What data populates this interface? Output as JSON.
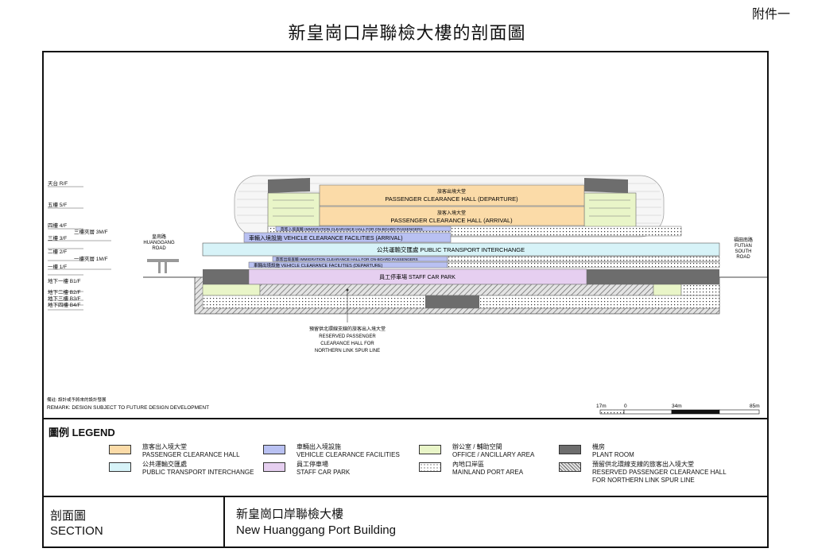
{
  "annex": "附件一",
  "page_title": "新皇崗口岸聯檢大樓的剖面圖",
  "colors": {
    "passenger_hall": "#fbdba8",
    "vehicle": "#b9c1f2",
    "transport": "#d7f3f8",
    "staff_car": "#e6cff0",
    "office": "#e9f5c8",
    "plant": "#6d6d6d",
    "mainland": "#ffffff",
    "reserved": "#c8c8c8"
  },
  "drawing": {
    "levels": [
      "天台 R/F",
      "五樓 5/F",
      "四樓 4/F",
      "三樓 3/F",
      "二樓 2/F",
      "一樓 1/F",
      "地下一樓 B1/F",
      "地下二樓 B2/F",
      "地下三樓 B3/F",
      "地下四樓 B4/F"
    ],
    "mezz_3m": "三樓夾層 3M/F",
    "mezz_1m": "一樓夾層 1M/F",
    "departure_cn": "旅客出境大堂",
    "departure_en": "PASSENGER CLEARANCE HALL (DEPARTURE)",
    "arrival_cn": "旅客入境大堂",
    "arrival_en": "PASSENGER CLEARANCE HALL (ARRIVAL)",
    "immig_arrival": "旅客入境查驗 IMMIGRATION CLEARANCE HALL FOR ON-BOARD PASSENGERS",
    "vehicle_arrival": "車輛入境設施 VEHICLE CLEARANCE FACILITIES (ARRIVAL)",
    "pti": "公共運輸交匯處 PUBLIC TRANSPORT INTERCHANGE",
    "immig_departure": "旅客出境查驗 IMMIGRATION CLEARANCE HALL FOR ON-BOARD PASSENGERS",
    "vehicle_departure": "車輛出境設施 VEHICLE CLEARANCE FACILITIES (DEPARTURE)",
    "staff_car": "員工停車場 STAFF CAR PARK",
    "huanggang_road": [
      "皇崗路",
      "HUANGGANG",
      "ROAD"
    ],
    "futian_road": [
      "福田南路",
      "FUTIAN",
      "SOUTH",
      "ROAD"
    ],
    "reserved_note": [
      "預留供北環線支線的旅客出入境大堂",
      "RESERVED PASSENGER",
      "CLEARANCE HALL FOR",
      "NORTHERN LINK SPUR LINE"
    ],
    "remark_cn": "備註: 設計或予將來的設計發展",
    "remark_en": "REMARK: DESIGN SUBJECT TO FUTURE DESIGN DEVELOPMENT",
    "scale_labels": [
      "17m",
      "0",
      "34m",
      "85m"
    ]
  },
  "legend": {
    "title": "圖例   LEGEND",
    "items": [
      {
        "cn": "旅客出入境大堂",
        "en": "PASSENGER CLEARANCE HALL",
        "swatch": "passenger_hall"
      },
      {
        "cn": "公共運輸交匯處",
        "en": "PUBLIC TRANSPORT INTERCHANGE",
        "swatch": "transport"
      },
      {
        "cn": "車輛出入境設施",
        "en": "VEHICLE CLEARANCE FACILITIES",
        "swatch": "vehicle"
      },
      {
        "cn": "員工停車場",
        "en": "STAFF CAR PARK",
        "swatch": "staff_car"
      },
      {
        "cn": "辦公室 / 輔助空間",
        "en": "OFFICE / ANCILLARY AREA",
        "swatch": "office"
      },
      {
        "cn": "內地口岸區",
        "en": "MAINLAND PORT AREA",
        "swatch": "mainland"
      },
      {
        "cn": "機房",
        "en": "PLANT ROOM",
        "swatch": "plant"
      },
      {
        "cn": "預留供北環線支線的旅客出入境大堂",
        "en": "RESERVED PASSENGER CLEARANCE HALL FOR NORTHERN LINK SPUR LINE",
        "swatch": "reserved"
      }
    ]
  },
  "titleblock": {
    "left_cn": "剖面圖",
    "left_en": "SECTION",
    "right_cn": "新皇崗口岸聯檢大樓",
    "right_en": "New Huanggang Port Building"
  }
}
